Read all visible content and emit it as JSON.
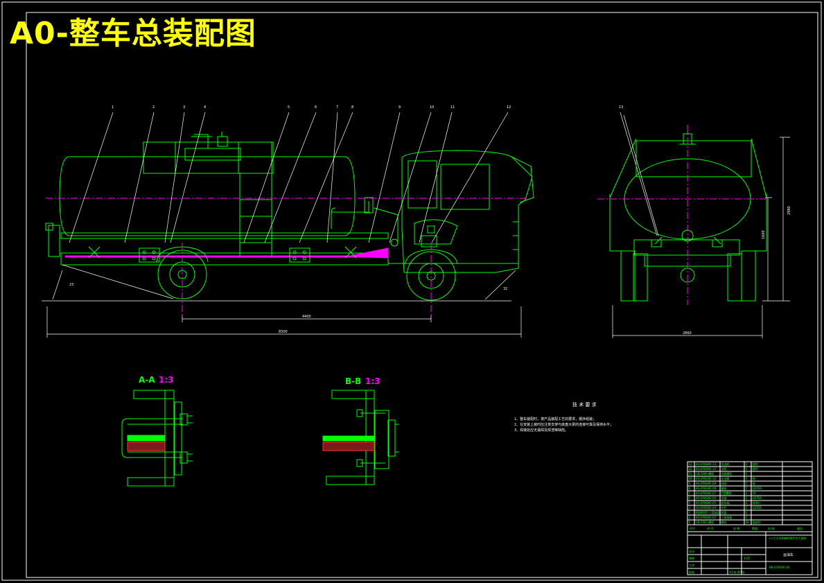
{
  "title": "A0-整车总装配图",
  "balloons": [
    "1",
    "2",
    "3",
    "4",
    "5",
    "6",
    "7",
    "8",
    "9",
    "10",
    "11",
    "12",
    "13"
  ],
  "dims": {
    "overall_length": "8300",
    "wheelbase": "4400",
    "width": "2860",
    "height_total": "2980",
    "height_tank": "1600",
    "angle_front": "32",
    "angle_rear": "23"
  },
  "sections": [
    {
      "name": "A-A",
      "scale": "1:3"
    },
    {
      "name": "B-B",
      "scale": "1:3"
    }
  ],
  "tech": {
    "heading": "技 术 要 求",
    "lines": [
      "1、整车装配时，按产品装配工艺的要求，顺序组装；",
      "2、在安装上装时应注意支架与底盘大梁的连接可靠及保持水平；",
      "3、焊接处应无漏焊及焊渣等缺陷。"
    ]
  },
  "titleblock": {
    "parts_rows": [
      {
        "no": "13",
        "code": "HS-070GXC-13",
        "name": "加油机",
        "qty": "1",
        "mat": "组件"
      },
      {
        "no": "12",
        "code": "HS-070GXC-12",
        "name": "油泵",
        "qty": "1",
        "mat": "组件"
      },
      {
        "no": "11",
        "code": "GB 5786 螺栓",
        "name": "连接螺栓",
        "qty": "1",
        "mat": ""
      },
      {
        "no": "10",
        "code": "HS-070GXC-10",
        "name": "出油管",
        "qty": "1",
        "mat": "钢"
      },
      {
        "no": "9",
        "code": "HS-070GXC-09",
        "name": "球阀",
        "qty": "1",
        "mat": "组"
      },
      {
        "no": "8",
        "code": "HS-070GXC-08",
        "name": "罐体",
        "qty": "1",
        "mat": "Q235A"
      },
      {
        "no": "7",
        "code": "HS-070GXC-07",
        "name": "U型螺栓",
        "qty": "4",
        "mat": "45"
      },
      {
        "no": "6",
        "code": "HS-070GXC-06",
        "name": "支架",
        "qty": "2",
        "mat": "Q235A"
      },
      {
        "no": "5",
        "code": "HS-070GXC-05",
        "name": "副车架",
        "qty": "1",
        "mat": "16Mn"
      },
      {
        "no": "4",
        "code": "HS-070GXC-04",
        "name": "护栏",
        "qty": "2",
        "mat": "Q235A"
      },
      {
        "no": "3",
        "code": "EQ1092F 二类底盘",
        "name": "底盘",
        "qty": "1",
        "mat": ""
      },
      {
        "no": "2",
        "code": "HS-070GXC-02",
        "name": "三角架板",
        "qty": "1",
        "mat": ""
      },
      {
        "no": "1",
        "code": "GB 5783 螺栓",
        "name": "螺栓",
        "qty": "16",
        "mat": "组合件"
      }
    ],
    "header_cols": [
      "序号",
      "代 号",
      "名 称",
      "数量",
      "材 料",
      "备注"
    ],
    "school": "××工大学机械学院汽车工程系",
    "drawing_name": "运油车",
    "drawing_no": "HS-070GXC-00",
    "scale": "1:25",
    "sheet": "共1张 第1张",
    "row_labels": [
      "设计",
      "审核",
      "工艺",
      "批准"
    ]
  }
}
